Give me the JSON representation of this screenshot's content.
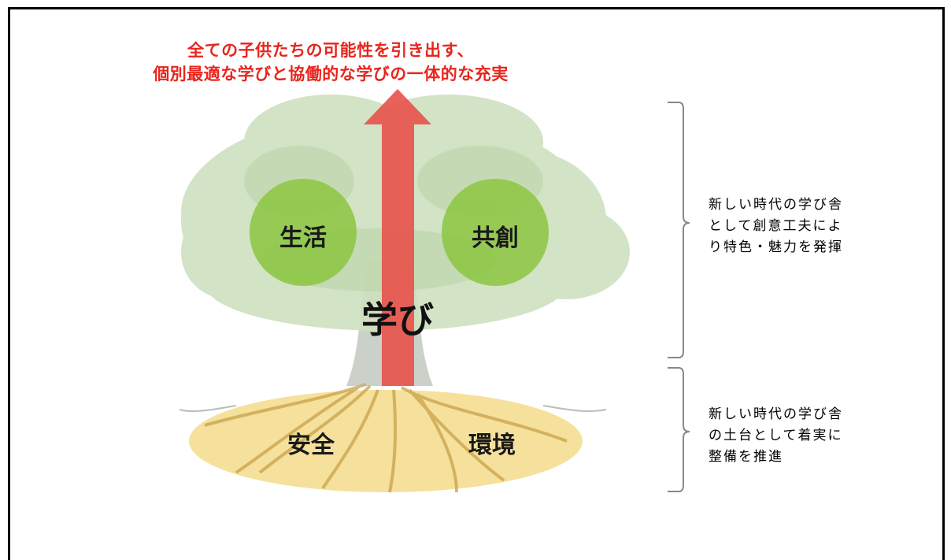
{
  "headline": {
    "line1": "全ての子供たちの可能性を引き出す、",
    "line2": "個別最適な学びと協働的な学びの一体的な充実"
  },
  "tree": {
    "circle_left": "生活",
    "circle_right": "共創",
    "center": "学び",
    "root_left": "安全",
    "root_right": "環境"
  },
  "notes": {
    "upper": [
      "新しい時代の学び舎",
      "として創意工夫によ",
      "り特色・魅力を発揮"
    ],
    "lower": [
      "新しい時代の学び舎",
      "の土台として着実に",
      "整備を推進"
    ]
  },
  "colors": {
    "arrow": "#e8514a",
    "headline": "#e8251d",
    "circle": "#8cc63f",
    "foliage": "#cfe1c0",
    "roots_ellipse": "#f3dc8a"
  }
}
